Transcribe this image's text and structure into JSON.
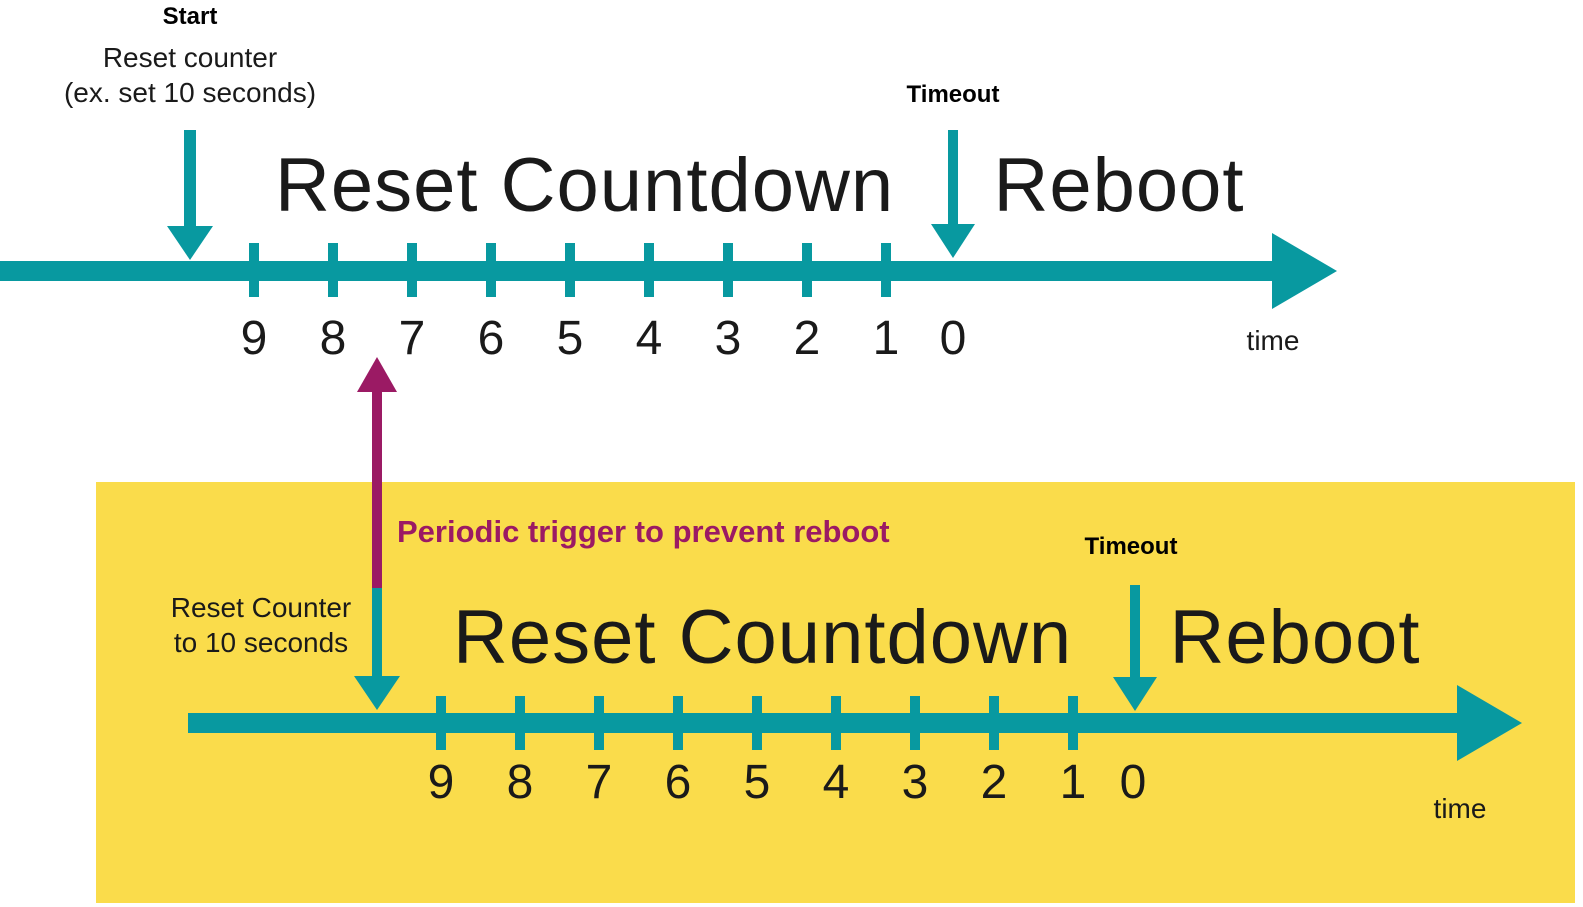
{
  "colors": {
    "teal": "#0899A0",
    "purple": "#9B1A64",
    "yellow": "#FADC4B",
    "text": "#1a1a1a"
  },
  "top": {
    "start_title": "Start",
    "start_line1": "Reset counter",
    "start_line2": "(ex. set 10 seconds)",
    "countdown_label": "Reset Countdown",
    "timeout_label": "Timeout",
    "reboot_label": "Reboot",
    "time_label": "time",
    "tick_labels": [
      "9",
      "8",
      "7",
      "6",
      "5",
      "4",
      "3",
      "2",
      "1",
      "0"
    ]
  },
  "bottom": {
    "trigger_label": "Periodic trigger to prevent reboot",
    "reset_line1": "Reset Counter",
    "reset_line2": "to 10 seconds",
    "countdown_label": "Reset Countdown",
    "timeout_label": "Timeout",
    "reboot_label": "Reboot",
    "time_label": "time",
    "tick_labels": [
      "9",
      "8",
      "7",
      "6",
      "5",
      "4",
      "3",
      "2",
      "1",
      "0"
    ]
  }
}
